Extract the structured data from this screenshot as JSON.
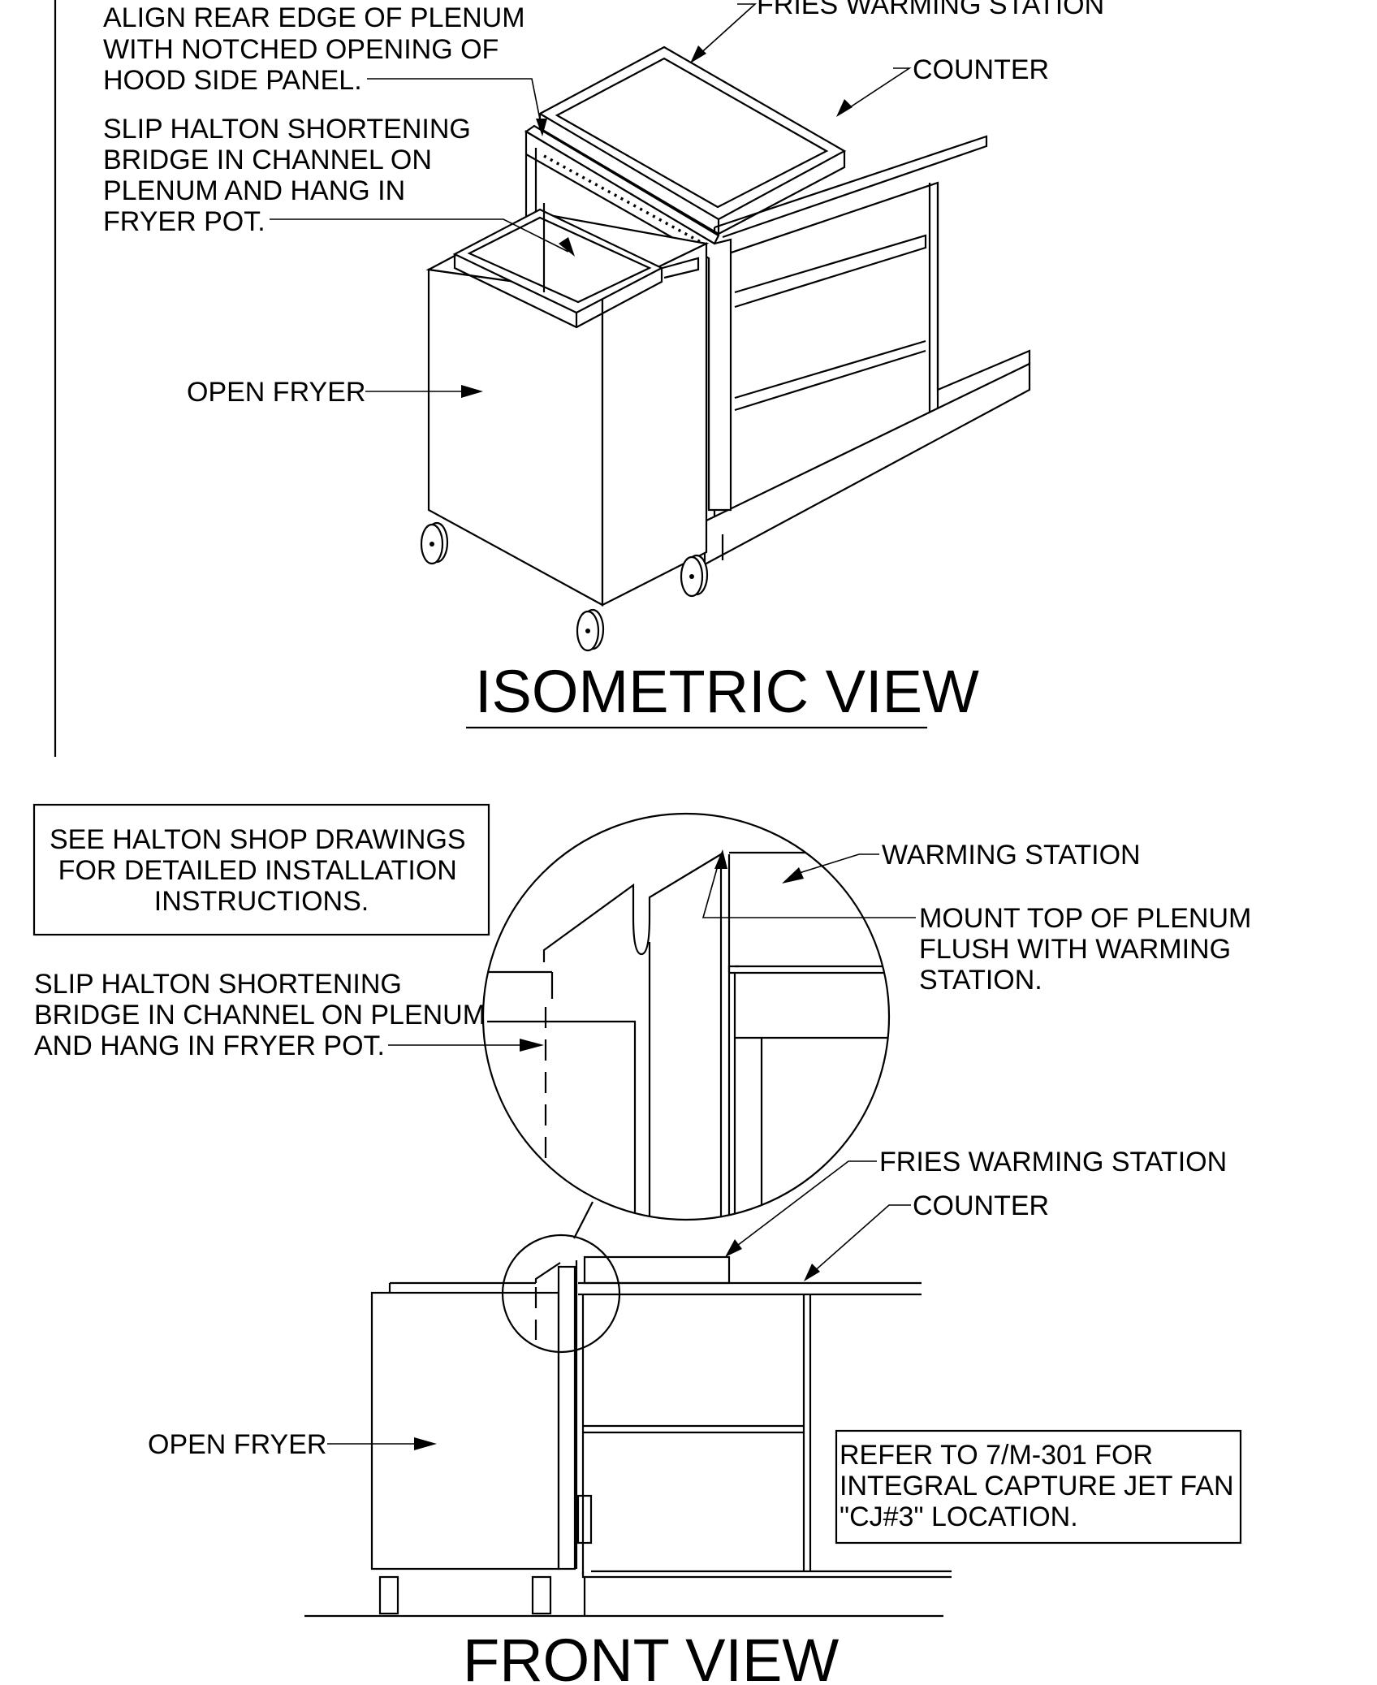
{
  "isometric": {
    "title": "ISOMETRIC VIEW",
    "callouts": {
      "fries_top": "FRIES WARMING STATION",
      "counter": "COUNTER",
      "align": [
        "ALIGN REAR EDGE OF PLENUM",
        "WITH NOTCHED OPENING OF",
        "HOOD SIDE PANEL."
      ],
      "slip": [
        "SLIP HALTON SHORTENING",
        "BRIDGE IN CHANNEL ON",
        "PLENUM AND  HANG IN",
        "FRYER POT."
      ],
      "open_fryer": "OPEN FRYER"
    }
  },
  "front": {
    "title": "FRONT VIEW",
    "shop_drawings_note": [
      "SEE HALTON SHOP DRAWINGS",
      "FOR DETAILED INSTALLATION",
      "INSTRUCTIONS."
    ],
    "callouts": {
      "warming_station": "WARMING STATION",
      "mount": [
        "MOUNT TOP OF PLENUM",
        "FLUSH WITH WARMING",
        "STATION."
      ],
      "slip": [
        "SLIP HALTON SHORTENING",
        "BRIDGE IN CHANNEL ON PLENUM",
        "AND HANG IN FRYER POT."
      ],
      "fries": "FRIES WARMING STATION",
      "counter": "COUNTER",
      "open_fryer": "OPEN FRYER",
      "refer": [
        "REFER TO 7/M-301 FOR",
        "INTEGRAL CAPTURE JET FAN",
        "\"CJ#3\" LOCATION."
      ]
    }
  }
}
